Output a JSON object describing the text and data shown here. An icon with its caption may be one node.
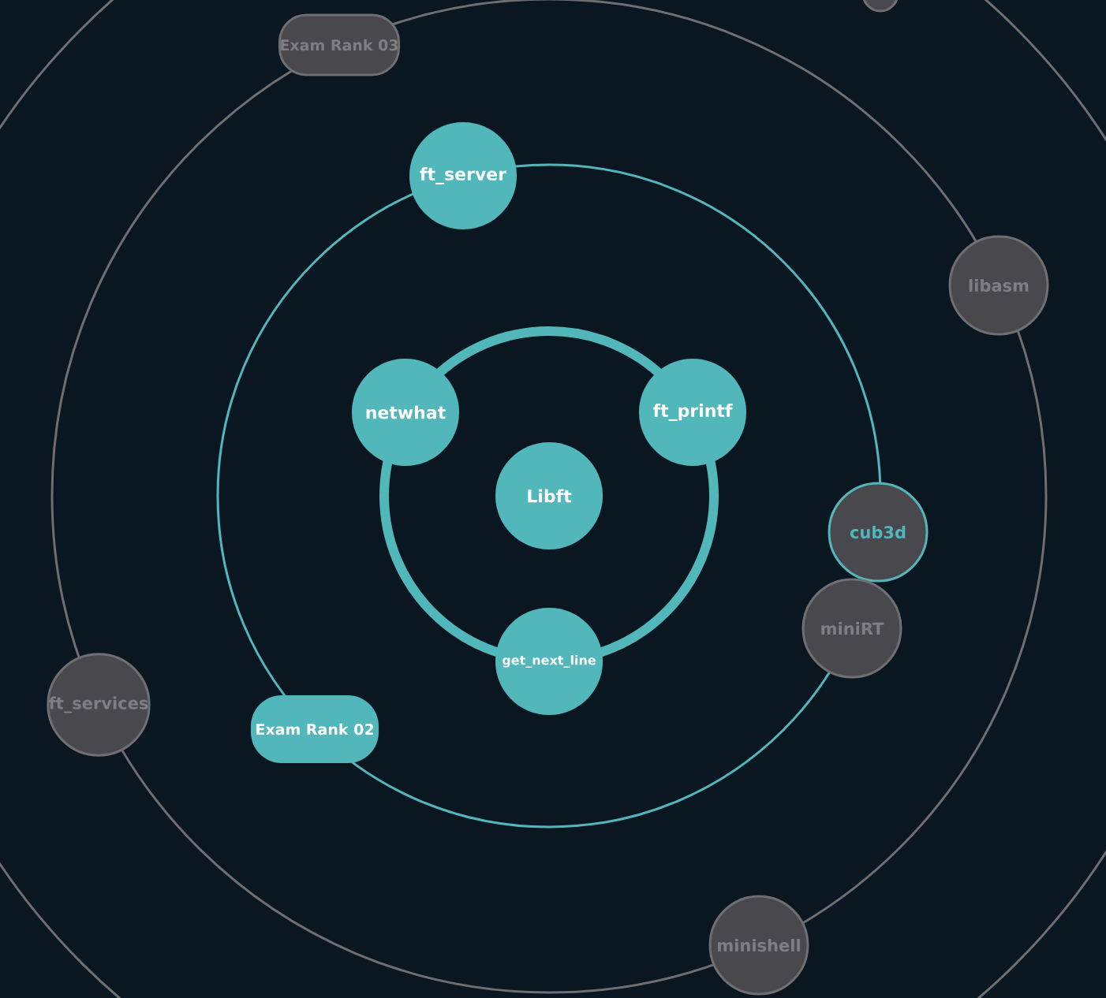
{
  "diagram": {
    "nodes": [
      {
        "text": [
          "Libft"
        ]
      },
      {
        "text": [
          "netwhat"
        ]
      },
      {
        "text": [
          "ft_printf"
        ]
      },
      {
        "text": [
          "get_next_line"
        ]
      },
      {
        "text": [
          "ft_server"
        ]
      },
      {
        "text": [
          "cub3d"
        ]
      },
      {
        "text": [
          "miniRT"
        ]
      },
      {
        "text": [
          "Exam Rank 02"
        ]
      },
      {
        "text": [
          "Exam Rank 03"
        ]
      },
      {
        "text": [
          "libasm"
        ]
      },
      {
        "text": [
          "ft_services"
        ]
      },
      {
        "text": [
          "minishell"
        ]
      },
      {
        "text": [],
        "shape": "circle"
      }
    ]
  }
}
